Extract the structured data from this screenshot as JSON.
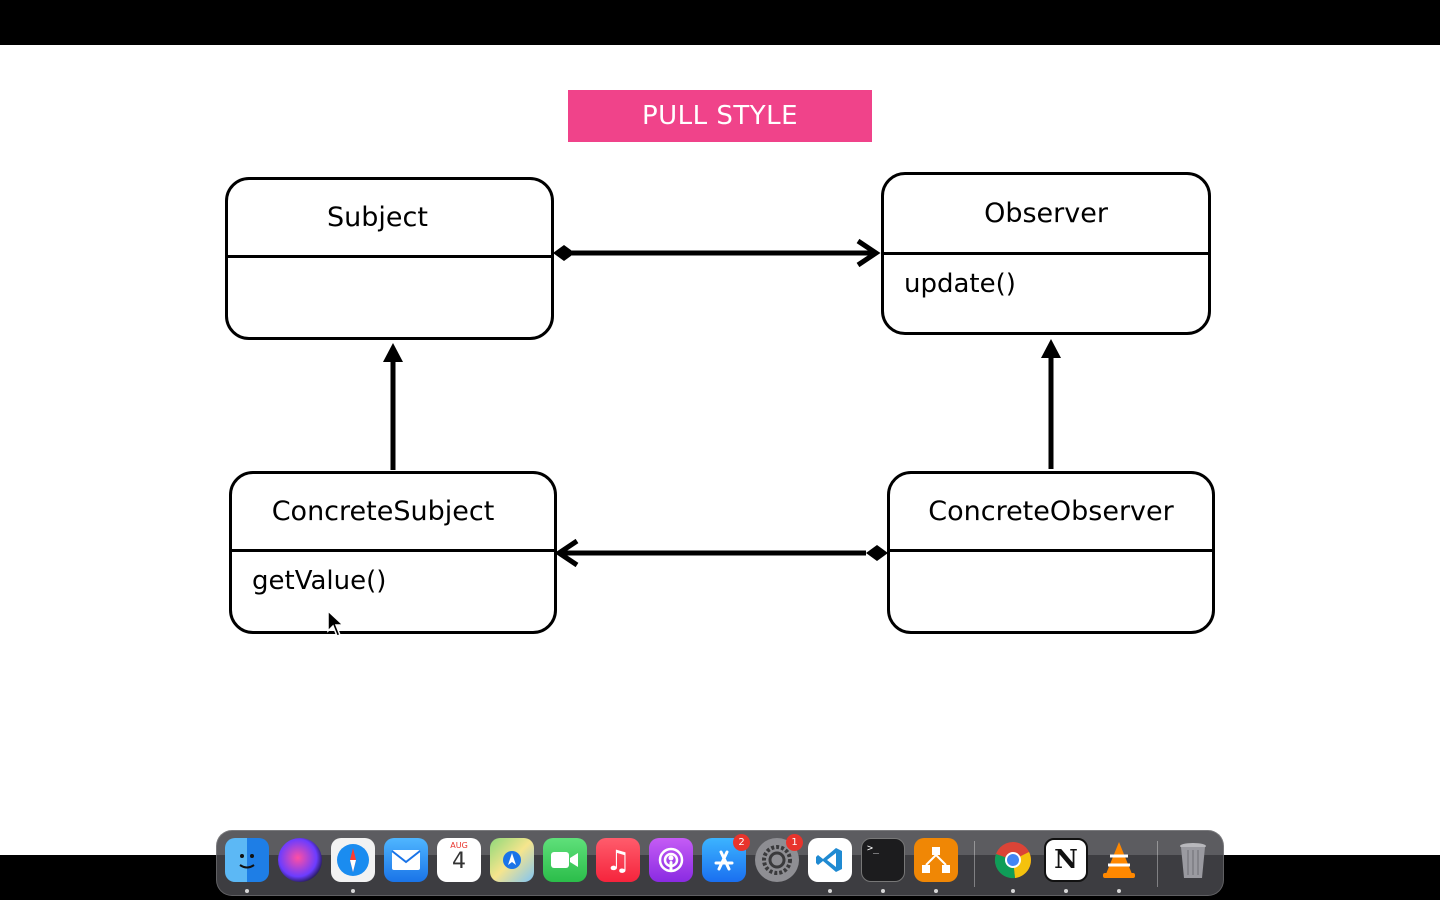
{
  "banner": {
    "title": "PULL STYLE",
    "color": "#f0438a"
  },
  "classes": {
    "subject": {
      "name": "Subject",
      "member": ""
    },
    "observer": {
      "name": "Observer",
      "member": "update()"
    },
    "concrete_subject": {
      "name": "ConcreteSubject",
      "member": "getValue()"
    },
    "concrete_observer": {
      "name": "ConcreteObserver",
      "member": ""
    }
  },
  "dock": {
    "calendar": {
      "month": "AUG",
      "day": "4"
    },
    "badges": {
      "app_store": "2",
      "system_settings": "1"
    },
    "icons": [
      "finder-icon",
      "siri-icon",
      "safari-icon",
      "mail-icon",
      "calendar-icon",
      "maps-icon",
      "facetime-icon",
      "music-icon",
      "podcasts-icon",
      "app-store-icon",
      "system-settings-icon",
      "vscode-icon",
      "terminal-icon",
      "drawio-icon",
      "chrome-icon",
      "notion-icon",
      "vlc-icon",
      "trash-icon"
    ]
  }
}
